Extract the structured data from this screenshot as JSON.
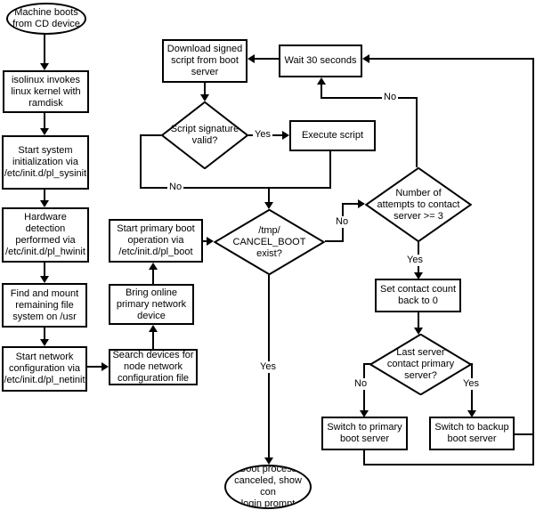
{
  "diagram": {
    "background": "#ffffff",
    "line_color": "#000000",
    "text_color": "#000000"
  },
  "nodes": {
    "start": {
      "label": "Machine boots\nfrom CD device",
      "shape": "terminator"
    },
    "isolinux": {
      "label": "isolinux invokes\nlinux kernel with\nramdisk",
      "shape": "process"
    },
    "sysinit": {
      "label": "Start system\ninitialization via\n/etc/init.d/pl_sysinit",
      "shape": "process"
    },
    "hwinit": {
      "label": "Hardware\ndetection\nperformed via\n/etc/init.d/pl_hwinit",
      "shape": "process"
    },
    "findmount": {
      "label": "Find and mount\nremaining file\nsystem on /usr",
      "shape": "process"
    },
    "netinit": {
      "label": "Start network\nconfiguration via\n/etc/init.d/pl_netinit",
      "shape": "process"
    },
    "search": {
      "label": "Search devices for\nnode network\nconfiguration file",
      "shape": "process"
    },
    "bring_online": {
      "label": "Bring online\nprimary network\ndevice",
      "shape": "process"
    },
    "pl_boot": {
      "label": "Start primary boot\noperation via\n/etc/init.d/pl_boot",
      "shape": "process"
    },
    "download": {
      "label": "Download signed\nscript from boot\nserver",
      "shape": "process"
    },
    "wait30": {
      "label": "Wait 30 seconds",
      "shape": "process"
    },
    "sig_valid": {
      "label": "Script signature\nvalid?",
      "shape": "decision"
    },
    "execute": {
      "label": "Execute script",
      "shape": "process"
    },
    "cancel_boot": {
      "label": "/tmp/\nCANCEL_BOOT\nexist?",
      "shape": "decision"
    },
    "attempts": {
      "label": "Number of\nattempts to contact\nserver >= 3",
      "shape": "decision"
    },
    "set_count": {
      "label": "Set contact count\nback to 0",
      "shape": "process"
    },
    "last_server": {
      "label": "Last server\ncontact primary\nserver?",
      "shape": "decision"
    },
    "switch_primary": {
      "label": "Switch to primary\nboot server",
      "shape": "process"
    },
    "switch_backup": {
      "label": "Switch to backup\nboot server",
      "shape": "process"
    },
    "canceled": {
      "label": "Boot process\ncanceled, show con\nlogin prompt",
      "shape": "terminator"
    }
  },
  "edge_labels": {
    "sig_yes": "Yes",
    "sig_no": "No",
    "cancel_no": "No",
    "cancel_yes": "Yes",
    "attempts_no": "No",
    "attempts_yes": "Yes",
    "last_no": "No",
    "last_yes": "Yes"
  }
}
